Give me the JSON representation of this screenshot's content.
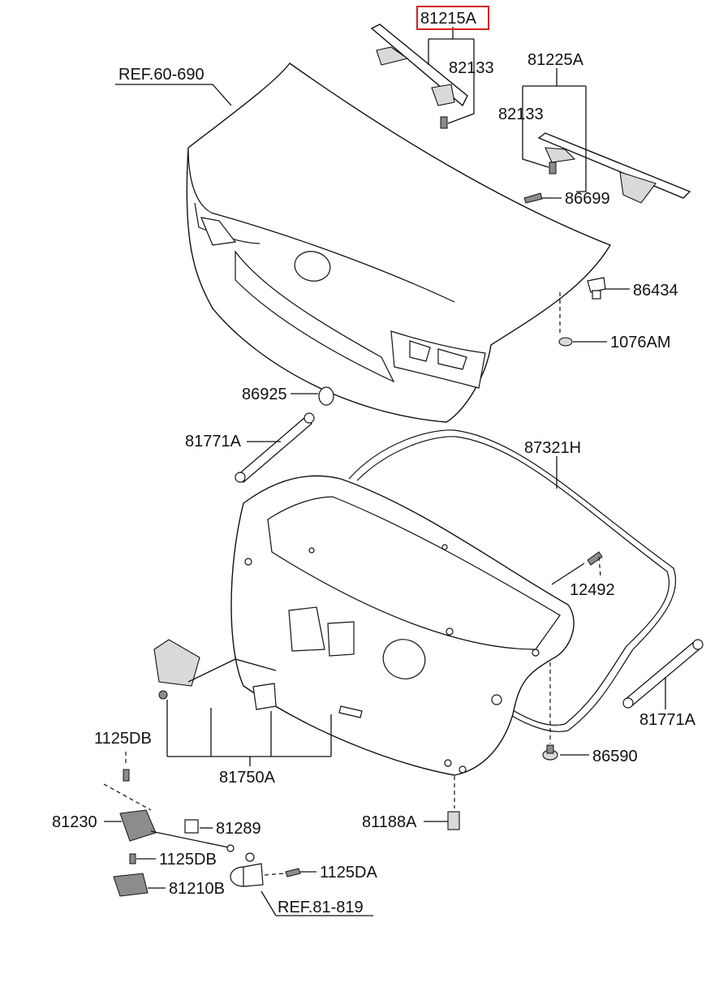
{
  "highlight_color": "#d42020",
  "parts": [
    {
      "id": "p81215A",
      "number": "81215A",
      "highlighted": true
    },
    {
      "id": "p82133a",
      "number": "82133"
    },
    {
      "id": "p81225A",
      "number": "81225A"
    },
    {
      "id": "p82133b",
      "number": "82133"
    },
    {
      "id": "pREF60",
      "number": "REF.60-690"
    },
    {
      "id": "p86699",
      "number": "86699"
    },
    {
      "id": "p86434",
      "number": "86434"
    },
    {
      "id": "p1076AM",
      "number": "1076AM"
    },
    {
      "id": "p86925",
      "number": "86925"
    },
    {
      "id": "p81771Aa",
      "number": "81771A"
    },
    {
      "id": "p87321H",
      "number": "87321H"
    },
    {
      "id": "p12492",
      "number": "12492"
    },
    {
      "id": "p1125DBa",
      "number": "1125DB"
    },
    {
      "id": "p81771Ab",
      "number": "81771A"
    },
    {
      "id": "p86590",
      "number": "86590"
    },
    {
      "id": "p81750A",
      "number": "81750A"
    },
    {
      "id": "p81230",
      "number": "81230"
    },
    {
      "id": "p81289",
      "number": "81289"
    },
    {
      "id": "p81188A",
      "number": "81188A"
    },
    {
      "id": "p1125DBb",
      "number": "1125DB"
    },
    {
      "id": "p1125DA",
      "number": "1125DA"
    },
    {
      "id": "p81210B",
      "number": "81210B"
    },
    {
      "id": "pREF81",
      "number": "REF.81-819"
    }
  ]
}
